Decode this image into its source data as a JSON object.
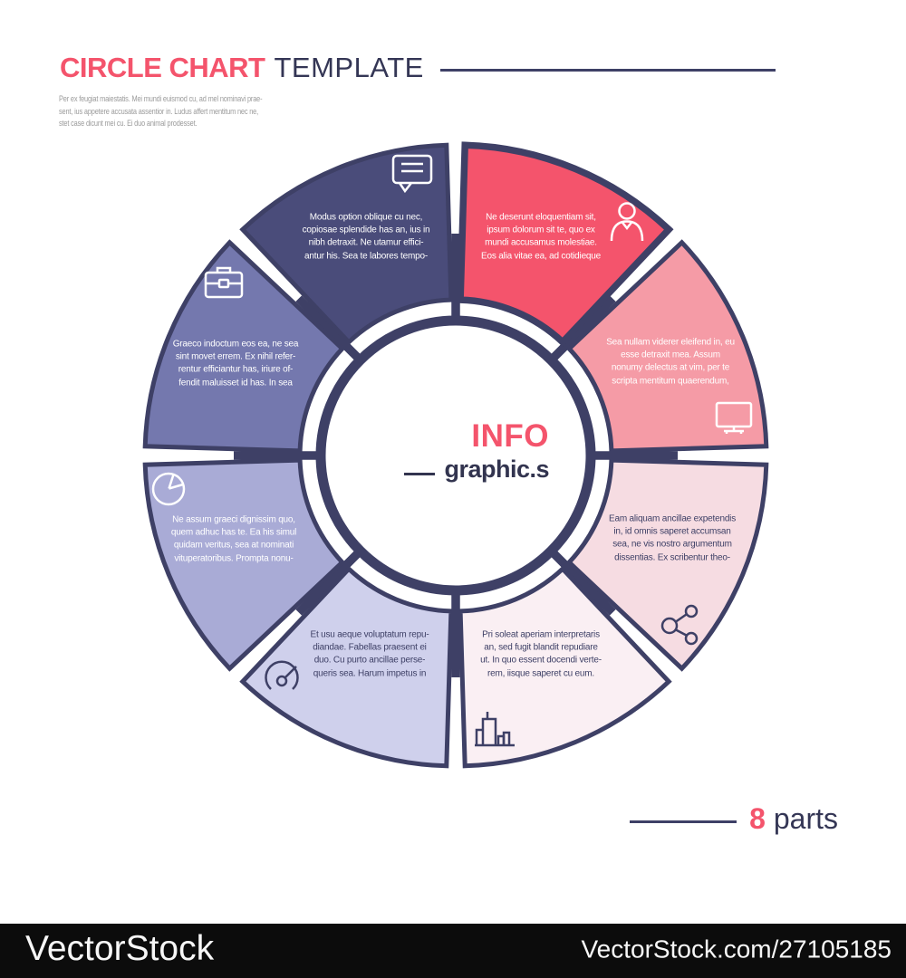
{
  "header": {
    "title_accent": "CIRCLE CHART",
    "title_rest": "TEMPLATE",
    "intro": "Per ex feugiat maiestatis. Mei mundi euismod cu, ad mel nominavi prae-\nsent, ius appetere accusata assentior in. Ludus affert mentitum nec ne,\nstet case dicunt mei cu. Ei duo animal prodesset."
  },
  "center": {
    "brand_top": "INFO",
    "brand_bottom": "graphic.s"
  },
  "parts_note": {
    "count": "8",
    "label": "parts"
  },
  "watermark": {
    "left": "VectorStock",
    "right": "VectorStock.com/27105185"
  },
  "colors": {
    "accent_red": "#f4546c",
    "ink": "#3e4066",
    "intro_gray": "#9b9b9b",
    "watermark_bar": "#0c0c0c"
  },
  "segments": [
    {
      "name": "user",
      "icon": "user-icon",
      "color": "#f4546c",
      "text_color": "#ffffff",
      "text": "Ne deserunt eloquentiam sit,\nipsum dolorum sit te, quo ex\nmundi accusamus molestiae.\nEos alia vitae ea, ad cotidieque"
    },
    {
      "name": "monitor",
      "icon": "monitor-icon",
      "color": "#f59ba6",
      "text_color": "#ffffff",
      "text": "Sea nullam viderer eleifend in, eu\nesse detraxit mea. Assum\nnonumy delectus at vim, per te\nscripta mentitum quaerendum,"
    },
    {
      "name": "share",
      "icon": "share-icon",
      "color": "#f6dce2",
      "text_color": "#3e4066",
      "text": "Eam aliquam ancillae expetendis\nin, id omnis saperet accumsan\nsea, ne vis nostro argumentum\ndissentias. Ex scribentur theo-"
    },
    {
      "name": "buildings",
      "icon": "buildings-icon",
      "color": "#faeff3",
      "text_color": "#3e4066",
      "text": "Pri soleat aperiam interpretaris\nan, sed fugit blandit repudiare\nut. In quo essent docendi verte-\nrem, iisque saperet cu eum."
    },
    {
      "name": "speedometer",
      "icon": "speedometer-icon",
      "color": "#cfd0ec",
      "text_color": "#3e4066",
      "text": "Et usu aeque voluptatum repu-\ndiandae. Fabellas praesent ei\nduo. Cu purto ancillae perse-\nqueris sea. Harum impetus in"
    },
    {
      "name": "pie-chart",
      "icon": "pie-chart-icon",
      "color": "#a9abd6",
      "text_color": "#ffffff",
      "text": "Ne assum graeci dignissim quo,\nquem adhuc has te. Ea his simul\nquidam veritus, sea at nominati\nvituperatoribus. Prompta nonu-"
    },
    {
      "name": "briefcase",
      "icon": "briefcase-icon",
      "color": "#7478ae",
      "text_color": "#ffffff",
      "text": "Graeco indoctum eos ea, ne sea\nsint movet errem. Ex nihil refer-\nrentur efficiantur has, iriure of-\nfendit maluisset id has. In sea"
    },
    {
      "name": "chat",
      "icon": "chat-icon",
      "color": "#4a4c7a",
      "text_color": "#ffffff",
      "text": "Modus option oblique cu nec,\ncopiosae splendide has an, ius in\nnibh detraxit. Ne utamur effici-\nantur his. Sea te labores tempo-"
    }
  ],
  "chart_data": {
    "type": "pie",
    "title": "CIRCLE CHART TEMPLATE",
    "annotation": "8 parts",
    "center_label": "INFO graphic.s",
    "categories": [
      "user",
      "monitor",
      "share",
      "buildings",
      "speedometer",
      "pie-chart",
      "briefcase",
      "chat"
    ],
    "values": [
      12.5,
      12.5,
      12.5,
      12.5,
      12.5,
      12.5,
      12.5,
      12.5
    ],
    "unit": "percent",
    "donut": true,
    "legend_position": "none",
    "colors": [
      "#f4546c",
      "#f59ba6",
      "#f6dce2",
      "#faeff3",
      "#cfd0ec",
      "#a9abd6",
      "#7478ae",
      "#4a4c7a"
    ]
  }
}
